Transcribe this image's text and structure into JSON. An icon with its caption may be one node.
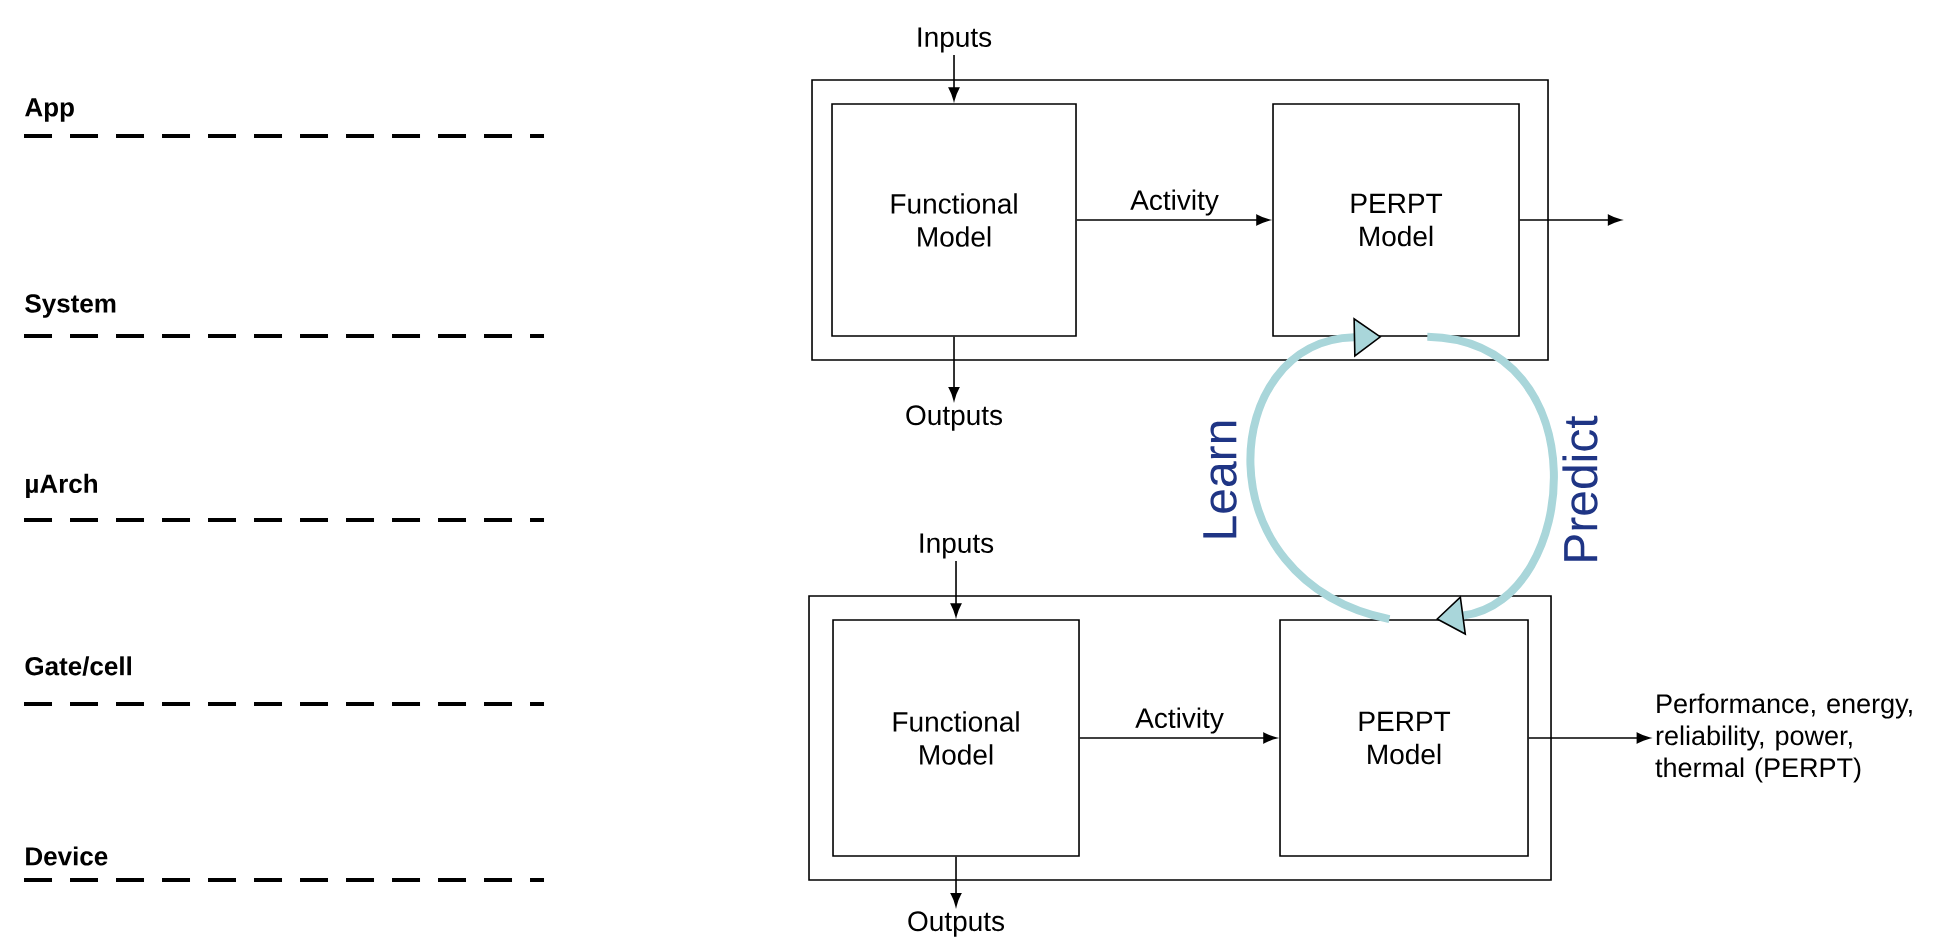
{
  "diagram": {
    "nodes": [
      {
        "text": [],
        "shape": "box"
      },
      {
        "text": [
          "Functional Model"
        ],
        "in": 0
      },
      {
        "text": [
          "PERPT Model"
        ],
        "in": 0
      },
      {
        "text": [
          "Inputs"
        ]
      },
      {
        "text": [
          "Outputs"
        ]
      },
      {
        "text": [],
        "shape": "box"
      },
      {
        "text": [
          "Functional Model"
        ],
        "in": 5
      },
      {
        "text": [
          "PERPT Model"
        ],
        "in": 5
      },
      {
        "text": [
          "Inputs"
        ]
      },
      {
        "text": [
          "Outputs"
        ]
      },
      {
        "text": [
          "Performance, energy, reliability, power, thermal (PERPT)"
        ]
      }
    ],
    "edges": [
      {
        "from": 3,
        "to": 1,
        "arrow": "to"
      },
      {
        "from": 1,
        "to": 4,
        "arrow": "to"
      },
      {
        "from": 1,
        "to": 2,
        "arrow": "to",
        "label": "Activity"
      },
      {
        "from": 2,
        "to": null,
        "arrow": "to"
      },
      {
        "from": 7,
        "to": 2,
        "arrow": "to",
        "label": "Learn",
        "style": "thick",
        "color": "#a9d6da"
      },
      {
        "from": 2,
        "to": 7,
        "arrow": "to",
        "label": "Predict",
        "style": "thick",
        "color": "#a9d6da"
      },
      {
        "from": 8,
        "to": 6,
        "arrow": "to"
      },
      {
        "from": 6,
        "to": 9,
        "arrow": "to"
      },
      {
        "from": 6,
        "to": 7,
        "arrow": "to",
        "label": "Activity"
      },
      {
        "from": 7,
        "to": 10,
        "arrow": "to"
      }
    ],
    "labels": [
      "App",
      "System",
      "µArch",
      "Gate/cell",
      "Device"
    ]
  }
}
